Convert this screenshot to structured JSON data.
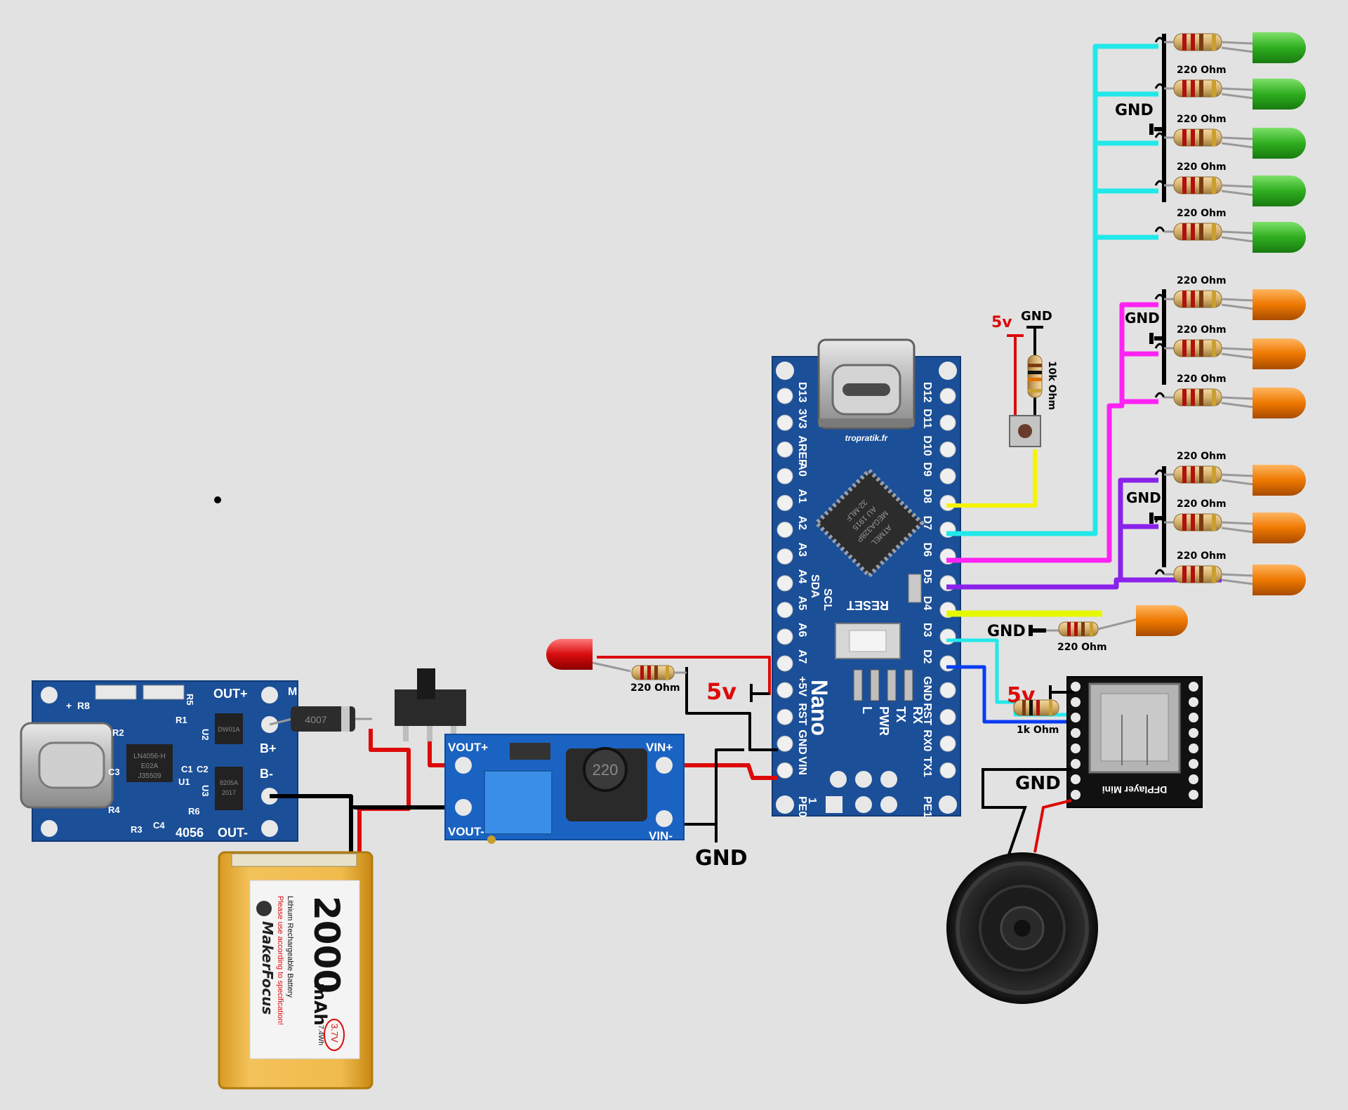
{
  "labels": {
    "res_220": "220 Ohm",
    "res_10k": "10k Ohm",
    "res_1k": "1k Ohm",
    "gnd": "GND",
    "v5": "5v"
  },
  "nano": {
    "name": "Nano",
    "site": "tropratik.fr",
    "reset": "RESET",
    "chip": [
      "ATMEL",
      "MEGA328P",
      "AU 1915",
      "32-MLF"
    ],
    "left_pins": [
      "D13",
      "3V3",
      "AREF",
      "A0",
      "A1",
      "A2",
      "A3",
      "A4",
      "A5",
      "A6",
      "A7",
      "+5V",
      "RST",
      "GND",
      "VIN"
    ],
    "right_pins": [
      "D12",
      "D11",
      "D10",
      "D9",
      "D8",
      "D7",
      "D6",
      "D5",
      "D4",
      "D3",
      "D2",
      "GND",
      "RST",
      "RX0",
      "TX1"
    ],
    "leds": [
      "L",
      "PWR",
      "TX",
      "RX"
    ],
    "i2c": [
      "SDA",
      "SCL"
    ],
    "pe": [
      "PE0",
      "PE1"
    ],
    "pin_one": "1"
  },
  "charger": {
    "model": "4056",
    "labels": [
      "OUT+",
      "B+",
      "B-",
      "OUT-",
      "M"
    ],
    "parts": [
      "+",
      "R8",
      "R5",
      "R1",
      "R2",
      "U2",
      "C3",
      "C1",
      "C2",
      "U1",
      "R4",
      "R3",
      "C4",
      "R6",
      "U3"
    ],
    "chip1": [
      "LN4056-H",
      "E02A",
      "J35509"
    ],
    "chip2": [
      "DW01A"
    ],
    "chip3": [
      "8205A",
      "2017"
    ],
    "diode": "4007"
  },
  "boost": {
    "labels": [
      "VOUT+",
      "VOUT-",
      "VIN+",
      "VIN-"
    ],
    "inductor": "220"
  },
  "battery": {
    "capacity": "2000",
    "unit": "mAh",
    "line1": "Lithium Rechargeable Battery",
    "line2": "Please use according to specification!",
    "brand": "MakerFocus",
    "voltage": "3.7V",
    "energy": "7.4Wh"
  },
  "dfplayer": {
    "name": "DFPlayer Mini"
  },
  "colors": {
    "cyan": "#22e8ea",
    "magenta": "#ff22f4",
    "purple": "#8a22ea",
    "yellow": "#f4f400",
    "lime": "#e6f800",
    "blue": "#0a3cf4",
    "red": "#dd0a0a",
    "black": "#000000",
    "pcb_blue": "#1b4f98",
    "led_green": "#2fae1f",
    "led_orange": "#ee7800"
  }
}
